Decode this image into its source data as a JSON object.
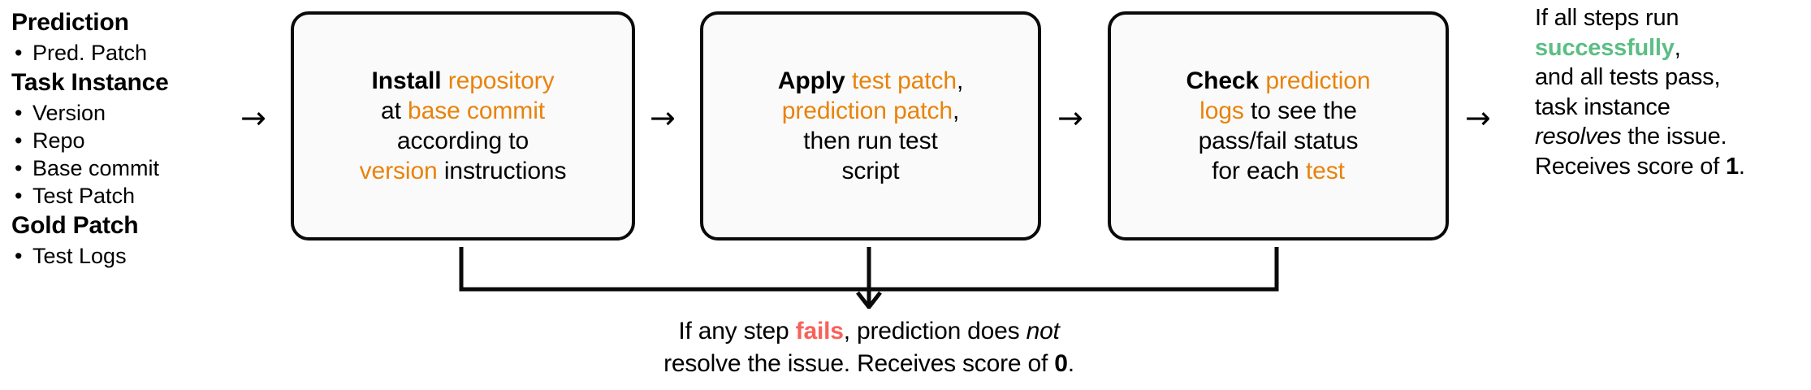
{
  "colors": {
    "highlight_orange": "#E8830C",
    "success_green": "#5CBE85",
    "fail_red": "#F8615A",
    "box_border": "#0A0A0A",
    "box_fill": "#FAFAFA",
    "text": "#000000"
  },
  "legend": {
    "groups": [
      {
        "heading": "Prediction",
        "items": [
          "Pred. Patch"
        ]
      },
      {
        "heading": "Task Instance",
        "items": [
          "Version",
          "Repo",
          "Base commit",
          "Test Patch"
        ]
      },
      {
        "heading": "Gold Patch",
        "items": [
          "Test Logs"
        ]
      }
    ]
  },
  "arrows": {
    "glyph": "→",
    "down_glyph": "↓",
    "labels": [
      "arrow-legend-to-step-1",
      "arrow-step-1-to-step-2",
      "arrow-step-2-to-step-3",
      "arrow-step-3-to-outcome"
    ]
  },
  "steps": [
    {
      "id": "install",
      "verb": "Install",
      "lines": [
        [
          {
            "t": "Install",
            "style": "bold"
          },
          {
            "t": " ",
            "style": "plain"
          },
          {
            "t": "repository",
            "style": "highlight"
          }
        ],
        [
          {
            "t": "at ",
            "style": "plain"
          },
          {
            "t": "base commit",
            "style": "highlight"
          }
        ],
        [
          {
            "t": "according to",
            "style": "plain"
          }
        ],
        [
          {
            "t": "version",
            "style": "highlight"
          },
          {
            "t": " instructions",
            "style": "plain"
          }
        ]
      ],
      "plain_text": "Install repository at base commit according to version instructions"
    },
    {
      "id": "apply",
      "verb": "Apply",
      "lines": [
        [
          {
            "t": "Apply",
            "style": "bold"
          },
          {
            "t": " ",
            "style": "plain"
          },
          {
            "t": "test patch",
            "style": "highlight"
          },
          {
            "t": ",",
            "style": "plain"
          }
        ],
        [
          {
            "t": "prediction patch",
            "style": "highlight"
          },
          {
            "t": ",",
            "style": "plain"
          }
        ],
        [
          {
            "t": "then run test",
            "style": "plain"
          }
        ],
        [
          {
            "t": "script",
            "style": "plain"
          }
        ]
      ],
      "plain_text": "Apply test patch, prediction patch, then run test script"
    },
    {
      "id": "check",
      "verb": "Check",
      "lines": [
        [
          {
            "t": "Check",
            "style": "bold"
          },
          {
            "t": " ",
            "style": "plain"
          },
          {
            "t": "prediction",
            "style": "highlight"
          }
        ],
        [
          {
            "t": "logs",
            "style": "highlight"
          },
          {
            "t": " to see the",
            "style": "plain"
          }
        ],
        [
          {
            "t": "pass/fail status",
            "style": "plain"
          }
        ],
        [
          {
            "t": "for each ",
            "style": "plain"
          },
          {
            "t": "test",
            "style": "highlight"
          }
        ]
      ],
      "plain_text": "Check prediction logs to see the pass/fail status for each test"
    }
  ],
  "outcome": {
    "lines": [
      [
        {
          "t": "If all steps run",
          "style": "plain"
        }
      ],
      [
        {
          "t": "successfully",
          "style": "success"
        },
        {
          "t": ",",
          "style": "plain"
        }
      ],
      [
        {
          "t": "and all tests pass,",
          "style": "plain"
        }
      ],
      [
        {
          "t": "task instance",
          "style": "plain"
        }
      ],
      [
        {
          "t": "resolves",
          "style": "italic"
        },
        {
          "t": " the issue.",
          "style": "plain"
        }
      ],
      [
        {
          "t": "Receives score of ",
          "style": "plain"
        },
        {
          "t": "1",
          "style": "bold"
        },
        {
          "t": ".",
          "style": "plain"
        }
      ]
    ],
    "plain_text": "If all steps run successfully, and all tests pass, task instance resolves the issue. Receives score of 1.",
    "score": "1"
  },
  "failure": {
    "lines": [
      [
        {
          "t": "If any step ",
          "style": "plain"
        },
        {
          "t": "fails",
          "style": "fail"
        },
        {
          "t": ", prediction does ",
          "style": "plain"
        },
        {
          "t": "not",
          "style": "italic"
        }
      ],
      [
        {
          "t": "resolve the issue. Receives score of ",
          "style": "plain"
        },
        {
          "t": "0",
          "style": "bold"
        },
        {
          "t": ".",
          "style": "plain"
        }
      ]
    ],
    "plain_text": "If any step fails, prediction does not resolve the issue. Receives score of 0.",
    "score": "0"
  }
}
